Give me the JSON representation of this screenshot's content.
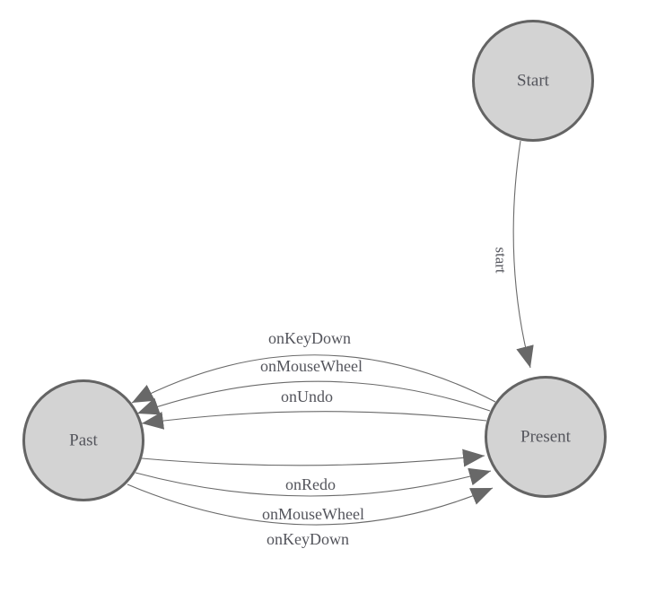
{
  "diagram": {
    "type": "state-machine",
    "background_color": "#ffffff",
    "colors": {
      "node_fill": "#d3d3d3",
      "node_stroke": "#646464",
      "edge_stroke": "#6a6a6a",
      "arrowhead": "#686868",
      "label_text": "#54555c"
    },
    "nodes": [
      {
        "id": "start",
        "label": "Start"
      },
      {
        "id": "past",
        "label": "Past"
      },
      {
        "id": "present",
        "label": "Present"
      }
    ],
    "edges": [
      {
        "from": "start",
        "to": "present",
        "label": "start"
      },
      {
        "from": "present",
        "to": "past",
        "label": "onKeyDown"
      },
      {
        "from": "present",
        "to": "past",
        "label": "onMouseWheel"
      },
      {
        "from": "present",
        "to": "past",
        "label": "onUndo"
      },
      {
        "from": "past",
        "to": "present",
        "label": "onRedo"
      },
      {
        "from": "past",
        "to": "present",
        "label": "onMouseWheel"
      },
      {
        "from": "past",
        "to": "present",
        "label": "onKeyDown"
      }
    ]
  }
}
